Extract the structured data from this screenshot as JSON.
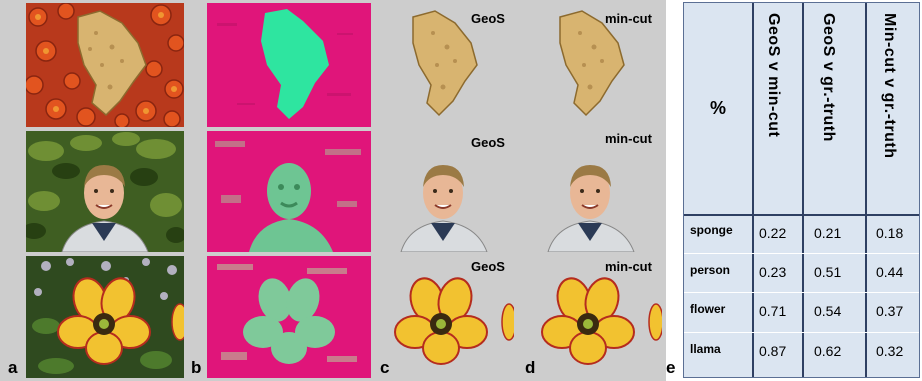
{
  "panels": {
    "a": "a",
    "b": "b",
    "c": "c",
    "d": "d",
    "e": "e"
  },
  "method_labels": {
    "geos": "GeoS",
    "mincut": "min-cut"
  },
  "table": {
    "corner": "%",
    "headers": [
      "GeoS v min-cut",
      "GeoS v gr.-truth",
      "Min-cut  v gr.-truth"
    ],
    "rows": [
      {
        "label": "sponge",
        "values": [
          "0.22",
          "0.21",
          "0.18"
        ]
      },
      {
        "label": "person",
        "values": [
          "0.23",
          "0.51",
          "0.44"
        ]
      },
      {
        "label": "flower",
        "values": [
          "0.71",
          "0.54",
          "0.37"
        ]
      },
      {
        "label": "llama",
        "values": [
          "0.87",
          "0.62",
          "0.32"
        ]
      }
    ]
  },
  "colors": {
    "panel_bg": "#cdcdcd",
    "table_bg": "#dbe5f1",
    "table_border": "#2f4063",
    "mask_magenta": "#e0157a",
    "mask_green": "#2ee5a0"
  }
}
